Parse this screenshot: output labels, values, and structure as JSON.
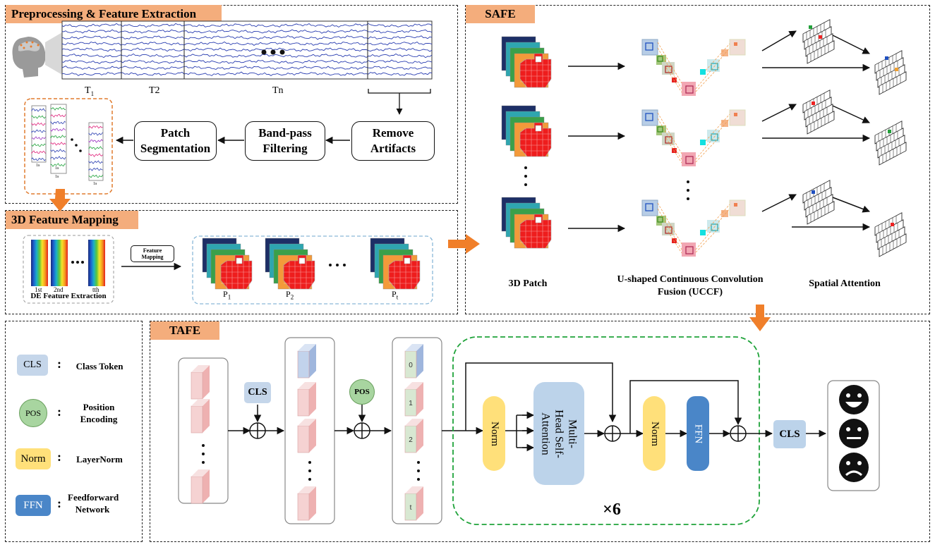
{
  "sections": {
    "preprocessing": "Preprocessing & Feature Extraction",
    "mapping": "3D Feature Mapping",
    "safe": "SAFE",
    "tafe": "TAFE"
  },
  "preprocessing": {
    "time_labels": [
      "T1",
      "T2",
      "Tn"
    ],
    "steps": [
      "Remove Artifacts",
      "Band-pass Filtering",
      "Patch Segmentation"
    ],
    "segment_labels": [
      "1s",
      "1s",
      "1s",
      "1s"
    ]
  },
  "mapping": {
    "band_labels": [
      "1st",
      "2nd",
      "tth"
    ],
    "de_label": "DE Feature Extraction",
    "arrow_label": "Feature Mapping",
    "patch_labels": [
      "P1",
      "P2",
      "Pt"
    ]
  },
  "safe": {
    "col_3d": "3D Patch",
    "col_uccf": "U-shaped Continuous Convolution Fusion (UCCF)",
    "col_sa": "Spatial Attention"
  },
  "legend": [
    {
      "icon": "CLS",
      "text": "Class Token",
      "color": "#c5d6ea"
    },
    {
      "icon": "POS",
      "text": "Position Encoding",
      "color": "#a8d5a0"
    },
    {
      "icon": "Norm",
      "text": "LayerNorm",
      "color": "#ffe07a"
    },
    {
      "icon": "FFN",
      "text": "Feedforward Network",
      "color": "#4a86c8"
    }
  ],
  "tafe": {
    "cls": "CLS",
    "pos": "POS",
    "token_indices": [
      "0",
      "1",
      "2",
      "t"
    ],
    "norm": "Norm",
    "mhsa": "Multi-Head Self-Attention",
    "ffn": "FFN",
    "repeat": "×6",
    "output_cls": "CLS"
  },
  "colors": {
    "tag": "#f4ad7c",
    "eeg": "#2a3eb1",
    "red": "#ee1d1d",
    "dashed_blue": "#8ab8d8",
    "dashed_green": "#1fa33a",
    "orange_border": "#e07b2e"
  }
}
